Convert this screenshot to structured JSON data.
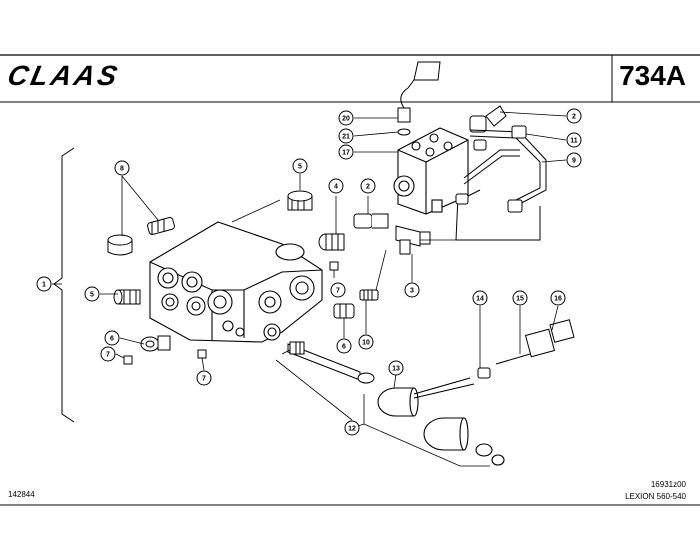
{
  "header": {
    "brand_logo_text": "CLAAS",
    "plate_number": "734A"
  },
  "footer": {
    "left_code": "142844",
    "right_code": "16931z00",
    "model": "LEXION 560-540"
  },
  "callouts": [
    {
      "id": "c1",
      "label": "1"
    },
    {
      "id": "c2a",
      "label": "2"
    },
    {
      "id": "c2b",
      "label": "2"
    },
    {
      "id": "c3",
      "label": "3"
    },
    {
      "id": "c4",
      "label": "4"
    },
    {
      "id": "c5a",
      "label": "5"
    },
    {
      "id": "c5b",
      "label": "5"
    },
    {
      "id": "c6a",
      "label": "6"
    },
    {
      "id": "c6b",
      "label": "6"
    },
    {
      "id": "c7a",
      "label": "7"
    },
    {
      "id": "c7b",
      "label": "7"
    },
    {
      "id": "c7c",
      "label": "7"
    },
    {
      "id": "c7d",
      "label": "7"
    },
    {
      "id": "c8",
      "label": "8"
    },
    {
      "id": "c9",
      "label": "9"
    },
    {
      "id": "c10",
      "label": "10"
    },
    {
      "id": "c11",
      "label": "11"
    },
    {
      "id": "c12",
      "label": "12"
    },
    {
      "id": "c13",
      "label": "13"
    },
    {
      "id": "c14",
      "label": "14"
    },
    {
      "id": "c15",
      "label": "15"
    },
    {
      "id": "c16",
      "label": "16"
    },
    {
      "id": "c17",
      "label": "17"
    },
    {
      "id": "c20",
      "label": "20"
    },
    {
      "id": "c21",
      "label": "21"
    }
  ]
}
